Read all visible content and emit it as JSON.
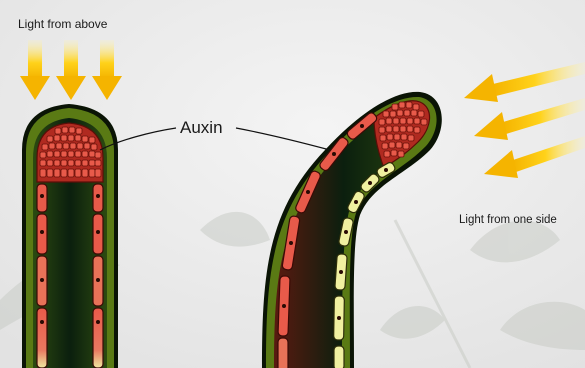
{
  "labels": {
    "light_above": "Light from above",
    "auxin": "Auxin",
    "light_side": "Light from one side"
  },
  "colors": {
    "background": "#e8e8e8",
    "light_arrow": "#ffcc00",
    "light_arrow_edge": "#f0a800",
    "shoot_outline": "#0a1405",
    "epidermis": "#5a7a14",
    "core_dark": "#0d2410",
    "auxin_cell": "#e85a4a",
    "auxin_cell_edge": "#8a1a10",
    "normal_cell": "#f0f0a0",
    "normal_cell_edge": "#3a3a10"
  }
}
